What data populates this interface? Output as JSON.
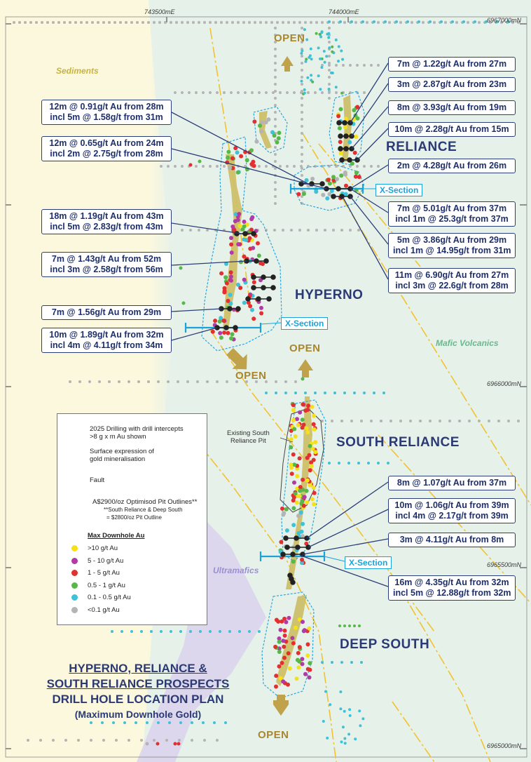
{
  "map": {
    "coords": {
      "east_1": "743500mE",
      "east_2": "744000mE",
      "north_1": "6967000mN",
      "north_2": "6966000mN",
      "north_3": "6965500mN",
      "north_4": "6965000mN"
    },
    "geology": {
      "sediments": "Sediments",
      "mafic": "Mafic Volcanics",
      "ultramafics": "Ultramafics"
    },
    "prospects": {
      "reliance": "RELIANCE",
      "hyperno": "HYPERNO",
      "south_reliance": "SOUTH RELIANCE",
      "deep_south": "DEEP SOUTH"
    },
    "open_label": "OPEN",
    "xsection_label": "X-Section",
    "pit_label": [
      "Existing South",
      "Reliance Pit"
    ],
    "intercepts_left": [
      [
        "12m @ 0.91g/t Au from 28m",
        "incl 5m @ 1.58g/t from 31m"
      ],
      [
        "12m @ 0.65g/t Au from 24m",
        "incl 2m @ 2.75g/t from 28m"
      ],
      [
        "18m @ 1.19g/t Au from 43m",
        "incl 5m @ 2.83g/t from 43m"
      ],
      [
        "7m @ 1.43g/t Au from 52m",
        "incl 3m @ 2.58g/t from 56m"
      ],
      [
        "7m @ 1.56g/t Au from 29m"
      ],
      [
        "10m @ 1.89g/t Au from 32m",
        "incl 4m @ 4.11g/t from 34m"
      ]
    ],
    "intercepts_right_top": [
      [
        "7m @ 1.22g/t Au from 27m"
      ],
      [
        "3m @ 2.87g/t Au from 23m"
      ],
      [
        "8m @ 3.93g/t Au from 19m"
      ],
      [
        "10m @ 2.28g/t Au from 15m"
      ],
      [
        "2m @ 4.28g/t Au from 26m"
      ],
      [
        "7m @ 5.01g/t Au from 37m",
        "incl 1m @ 25.3g/t from 37m"
      ],
      [
        "5m @ 3.86g/t Au from 29m",
        "incl 1m @ 14.95g/t from 31m"
      ],
      [
        "11m @ 6.90g/t Au from 27m",
        "incl 3m @ 22.6g/t from 28m"
      ]
    ],
    "intercepts_right_bottom": [
      [
        "8m @ 1.07g/t Au from 37m"
      ],
      [
        "10m @ 1.06g/t Au from 39m",
        "incl 4m @ 2.17g/t from 39m"
      ],
      [
        "3m @ 4.11g/t Au from 8m"
      ],
      [
        "16m @ 4.35g/t Au from 32m",
        "incl 5m @ 12.88g/t from 32m"
      ]
    ],
    "legend": {
      "drilling": [
        "2025 Drilling with drill intercepts",
        ">8 g x m Au shown"
      ],
      "surface": [
        "Surface expression of",
        "gold mineralisation"
      ],
      "fault": "Fault",
      "pit": [
        "A$2900/oz Optimisod Pit Outlines**",
        "**South Reliance & Deep South",
        "= $2800/oz Pit Outline"
      ],
      "max_title": "Max Downhole Au",
      "classes": [
        {
          "label": ">10 g/t Au",
          "color": "#f5e11a"
        },
        {
          "label": "5 - 10 g/t Au",
          "color": "#b13aa6"
        },
        {
          "label": "1 - 5 g/t Au",
          "color": "#e23030"
        },
        {
          "label": "0.5 - 1 g/t Au",
          "color": "#56b848"
        },
        {
          "label": "0.1 - 0.5 g/t Au",
          "color": "#3fc1d8"
        },
        {
          "label": "<0.1 g/t Au",
          "color": "#b4b4b4"
        }
      ]
    },
    "title": {
      "line1": "HYPERNO, RELIANCE &",
      "line2": "SOUTH RELIANCE PROSPECTS",
      "line3": "DRILL HOLE LOCATION PLAN",
      "line4": "(Maximum Downhole Gold)"
    },
    "colors": {
      "mafic": "#e6f1e9",
      "sediments": "#fcf8dd",
      "ultramafic": "#d9d2ec",
      "mineral": "#cdbf6a",
      "fault": "#f2c230",
      "pit": "#29a6dd",
      "label_border": "#2b3e79",
      "open": "#bfa24a"
    }
  }
}
